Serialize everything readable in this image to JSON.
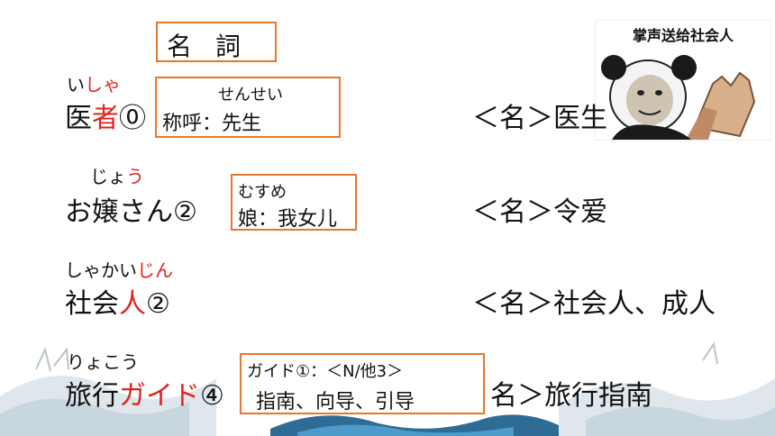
{
  "header": {
    "title_char1": "名",
    "title_char2": "詞"
  },
  "meme": {
    "caption": "掌声送给社会人"
  },
  "entries": [
    {
      "ruby_pre": "い",
      "ruby_red": "しゃ",
      "ruby_post": "",
      "word_pre": "医",
      "word_red": "者",
      "word_post": "⓪",
      "note_reading": "せんせい",
      "note_text": "称呼：先生",
      "meaning": "＜名＞医生"
    },
    {
      "ruby_pre": "じょ",
      "ruby_red": "う",
      "ruby_post": "",
      "word_pre": "お嬢さん②",
      "word_red": "",
      "word_post": "",
      "note_reading": "むすめ",
      "note_text": "娘：我女儿",
      "meaning": "＜名＞令爱"
    },
    {
      "ruby_pre": "しゃかい",
      "ruby_red": "じん",
      "ruby_post": "",
      "word_pre": "社会",
      "word_red": "人",
      "word_post": "②",
      "meaning": "＜名＞社会人、成人"
    },
    {
      "ruby_pre": "りょこう",
      "ruby_red": "",
      "ruby_post": "",
      "word_pre": "旅行",
      "word_red": "ガイド",
      "word_post": "④",
      "note_reading": "ガイド①：＜N/他3＞",
      "note_text": "指南、向导、引导",
      "meaning": "名＞旅行指南"
    }
  ],
  "colors": {
    "accent_red": "#e0241f",
    "box_orange": "#e8772e"
  }
}
